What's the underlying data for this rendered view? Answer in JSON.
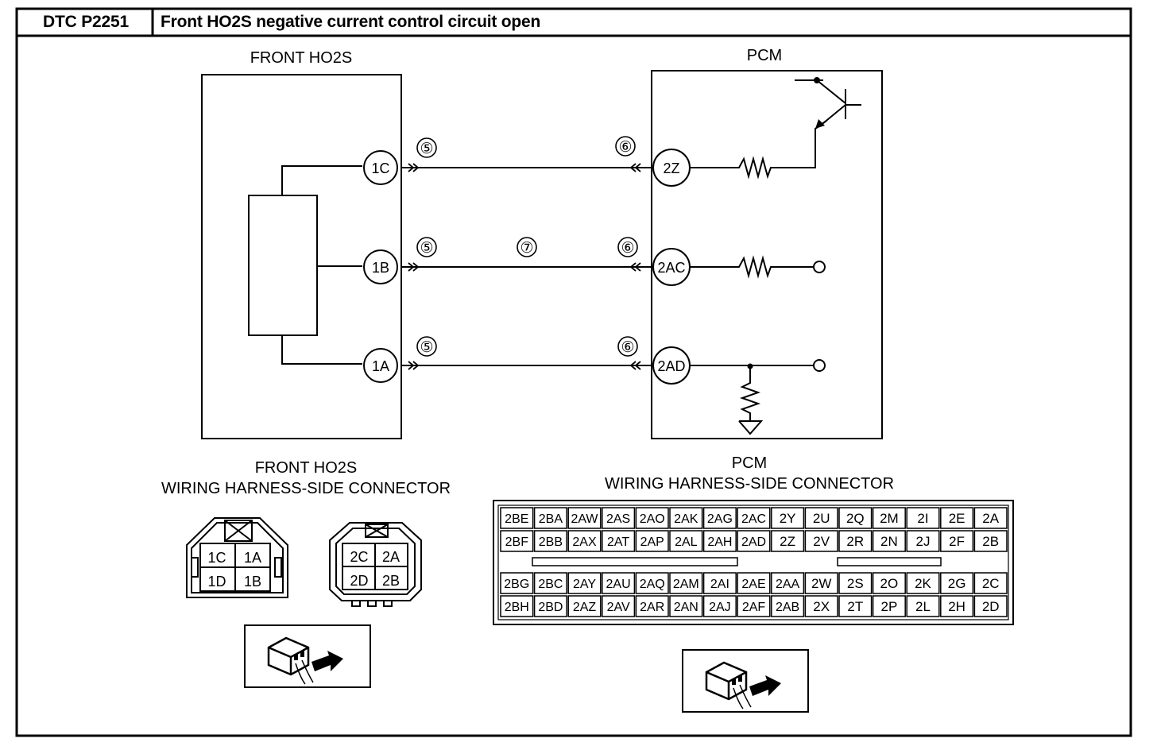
{
  "header": {
    "dtc_code": "DTC P2251",
    "title": "Front HO2S negative current control circuit open"
  },
  "diagram": {
    "sensor_label": "FRONT HO2S",
    "pcm_label": "PCM",
    "sensor_terminals": [
      "1C",
      "1B",
      "1A"
    ],
    "pcm_terminals": [
      "2Z",
      "2AC",
      "2AD"
    ],
    "wire_callouts": {
      "sensor_side": "⑤",
      "middle": "⑦",
      "pcm_side": "⑥"
    }
  },
  "sensor_connector": {
    "title_line1": "FRONT HO2S",
    "title_line2": "WIRING HARNESS-SIDE CONNECTOR",
    "left_pins": [
      "1C",
      "1A",
      "1D",
      "1B"
    ],
    "right_pins": [
      "2C",
      "2A",
      "2D",
      "2B"
    ]
  },
  "pcm_connector": {
    "title_line1": "PCM",
    "title_line2": "WIRING HARNESS-SIDE CONNECTOR",
    "rows": [
      [
        "2BE",
        "2BA",
        "2AW",
        "2AS",
        "2AO",
        "2AK",
        "2AG",
        "2AC",
        "2Y",
        "2U",
        "2Q",
        "2M",
        "2I",
        "2E",
        "2A"
      ],
      [
        "2BF",
        "2BB",
        "2AX",
        "2AT",
        "2AP",
        "2AL",
        "2AH",
        "2AD",
        "2Z",
        "2V",
        "2R",
        "2N",
        "2J",
        "2F",
        "2B"
      ],
      [
        "2BG",
        "2BC",
        "2AY",
        "2AU",
        "2AQ",
        "2AM",
        "2AI",
        "2AE",
        "2AA",
        "2W",
        "2S",
        "2O",
        "2K",
        "2G",
        "2C"
      ],
      [
        "2BH",
        "2BD",
        "2AZ",
        "2AV",
        "2AR",
        "2AN",
        "2AJ",
        "2AF",
        "2AB",
        "2X",
        "2T",
        "2P",
        "2L",
        "2H",
        "2D"
      ]
    ]
  }
}
